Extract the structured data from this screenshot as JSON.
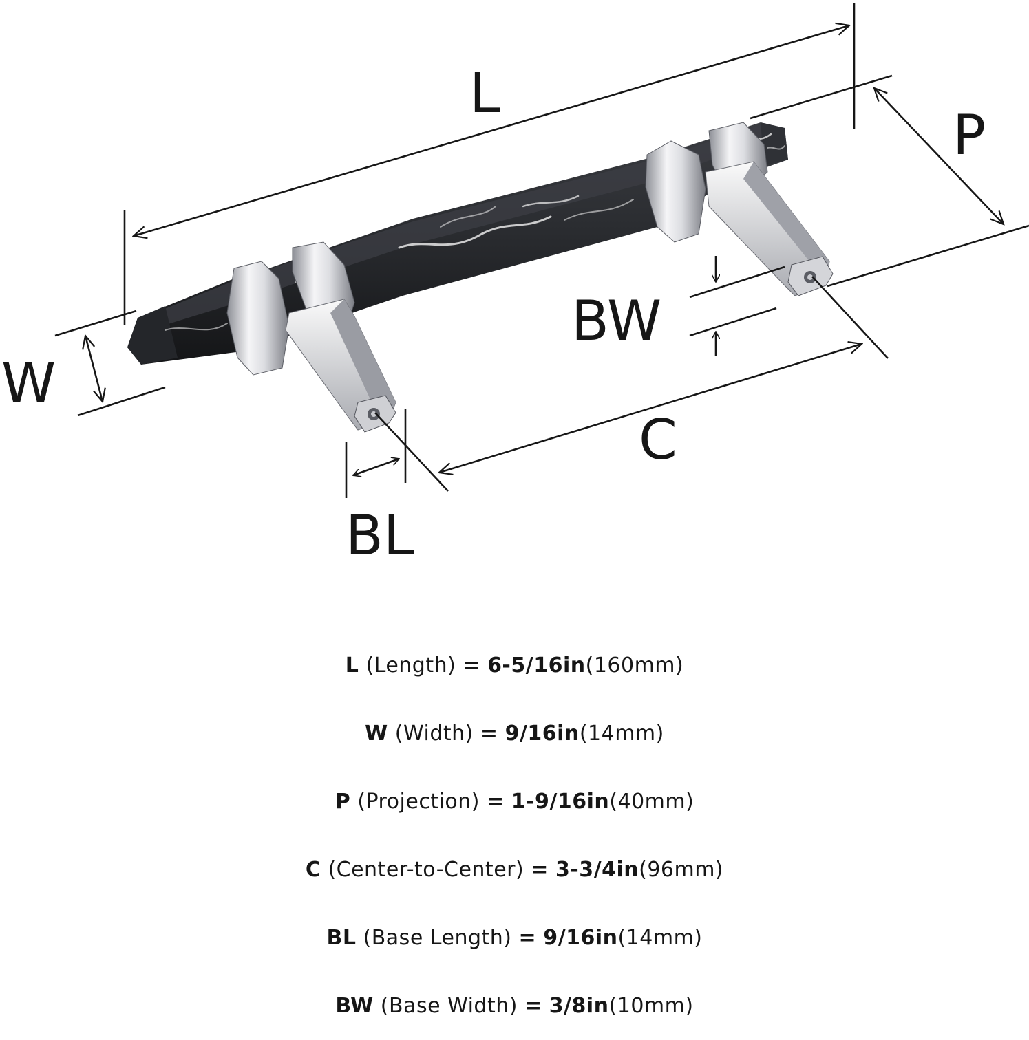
{
  "diagram": {
    "labels": {
      "L": "L",
      "P": "P",
      "W": "W",
      "BW": "BW",
      "C": "C",
      "BL": "BL"
    },
    "colors": {
      "ink": "#161616",
      "bar_marble": "#2b2d31",
      "bar_shade": "#1b1c1f",
      "vein": "#e6e6e6",
      "chrome_light": "#f4f4f6",
      "chrome_mid": "#c9cacf",
      "chrome_dark": "#6e7078"
    }
  },
  "specs": [
    {
      "key": "L",
      "desc": "(Length)",
      "eq": "=",
      "imperial": "6-5/16in",
      "metric": "(160mm)"
    },
    {
      "key": "W",
      "desc": "(Width)",
      "eq": "=",
      "imperial": "9/16in",
      "metric": "(14mm)"
    },
    {
      "key": "P",
      "desc": "(Projection)",
      "eq": "=",
      "imperial": "1-9/16in",
      "metric": "(40mm)"
    },
    {
      "key": "C",
      "desc": "(Center-to-Center)",
      "eq": "=",
      "imperial": "3-3/4in",
      "metric": "(96mm)"
    },
    {
      "key": "BL",
      "desc": "(Base Length)",
      "eq": "=",
      "imperial": "9/16in",
      "metric": "(14mm)"
    },
    {
      "key": "BW",
      "desc": "(Base Width)",
      "eq": "=",
      "imperial": "3/8in",
      "metric": "(10mm)"
    }
  ]
}
